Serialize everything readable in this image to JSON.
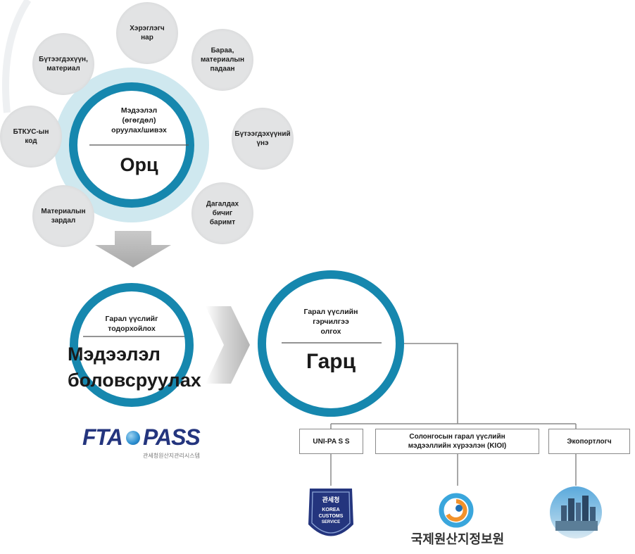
{
  "center_top": {
    "subtitle": "Мэдээлэл\n(өгөгдөл)\nоруулах/шивэх",
    "title": "Орц"
  },
  "satellites": [
    {
      "label": "Хэрэглэгч\nнар"
    },
    {
      "label": "Бараа,\nматериалын\nпадаан"
    },
    {
      "label": "Бүтээгдэхүүний\nүнэ"
    },
    {
      "label": "Дагалдах\nбичиг\nбаримт"
    },
    {
      "label": "Материалын\nзардал"
    },
    {
      "label": "БТКУС-ын\nкод"
    },
    {
      "label": "Бүтээгдэхүүн,\nматериал"
    }
  ],
  "process": {
    "subtitle": "Гарал үүслийг\nтодорхойлох",
    "title": "Мэдээлэл\nболовсруулах"
  },
  "output": {
    "subtitle": "Гарал үүслийн\nгэрчилгээ\nолгох",
    "title": "Гарц"
  },
  "logo_fta": {
    "left": "FTA",
    "right": "PASS",
    "caption": "관세청원산지관리시스템"
  },
  "boxes": [
    {
      "label": "UNI-PA S S"
    },
    {
      "label": "Солонгосын гарал үүслийн\nмэдээллийн хүрээлэн (KIOI)"
    },
    {
      "label": "Экопортлогч"
    }
  ],
  "logo_customs": {
    "line1": "관세청",
    "line2": "KOREA",
    "line3": "CUSTOMS",
    "line4": "SERVICE"
  },
  "logo_kioi": {
    "caption": "국제원산지정보원"
  },
  "colors": {
    "ring": "#1687ae",
    "halo": "#cfe8ef",
    "arrow": "#b9b9b9",
    "satellite": "#e2e3e4",
    "connector": "#8a8a8a",
    "badge": "#24357e"
  }
}
